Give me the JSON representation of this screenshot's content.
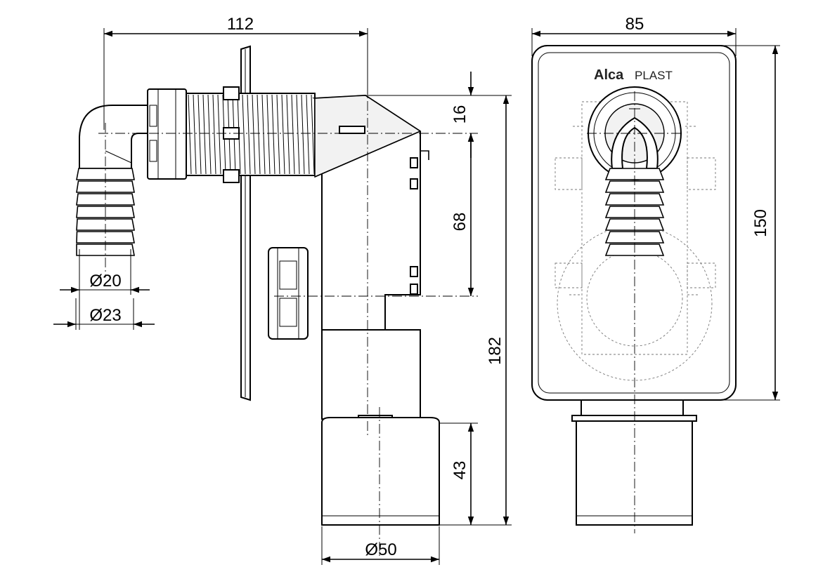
{
  "brand": {
    "bold": "Alca",
    "regular": "PLAST"
  },
  "dimensions": {
    "width_side": "112",
    "width_front": "85",
    "height_front": "150",
    "height_total": "182",
    "offset_top": "16",
    "offset_mid": "68",
    "outlet_height": "43",
    "hose_diameter_inner": "Ø20",
    "hose_diameter_outer": "Ø23",
    "outlet_diameter": "Ø50"
  }
}
